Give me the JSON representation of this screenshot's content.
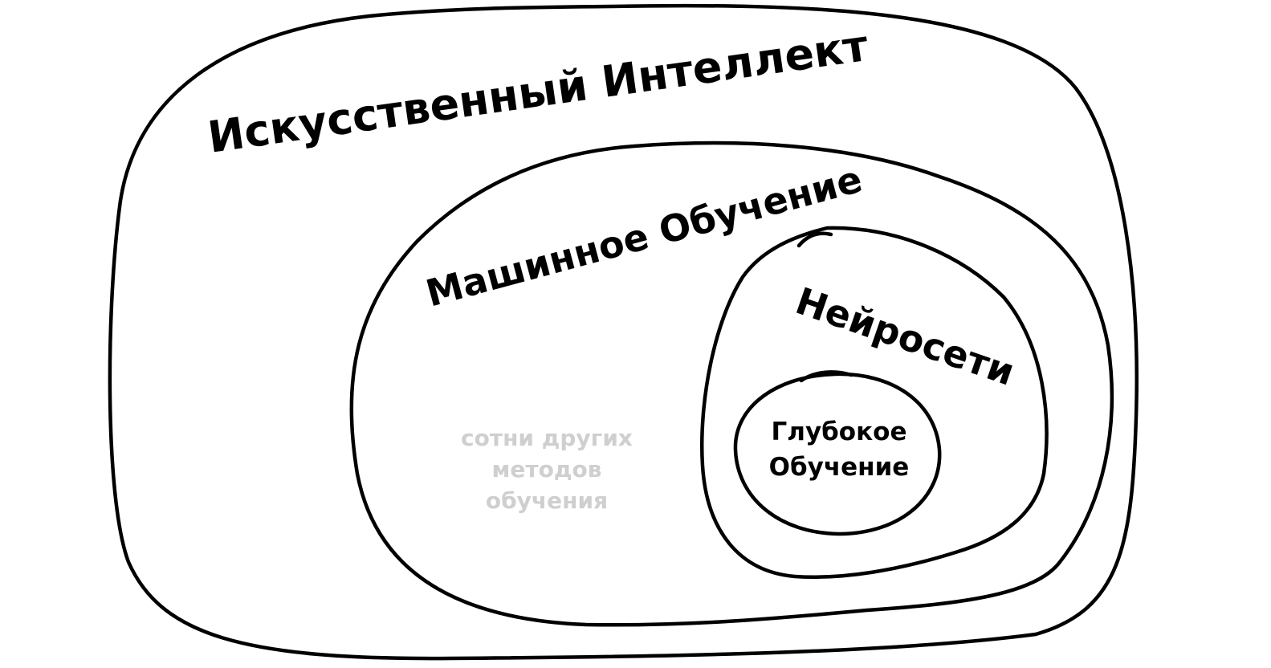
{
  "diagram": {
    "type": "nested-sets",
    "line_color": "#000000",
    "muted_text_color": "#cfcfcf",
    "sets": {
      "ai": {
        "label": "Искусственный Интеллект"
      },
      "ml": {
        "label": "Машинное Обучение"
      },
      "nn": {
        "label": "Нейросети"
      },
      "dl": {
        "label_lines": [
          "Глубокое",
          "Обучение"
        ]
      }
    },
    "other_methods": {
      "lines": [
        "сотни других",
        "методов",
        "обучения"
      ]
    }
  }
}
